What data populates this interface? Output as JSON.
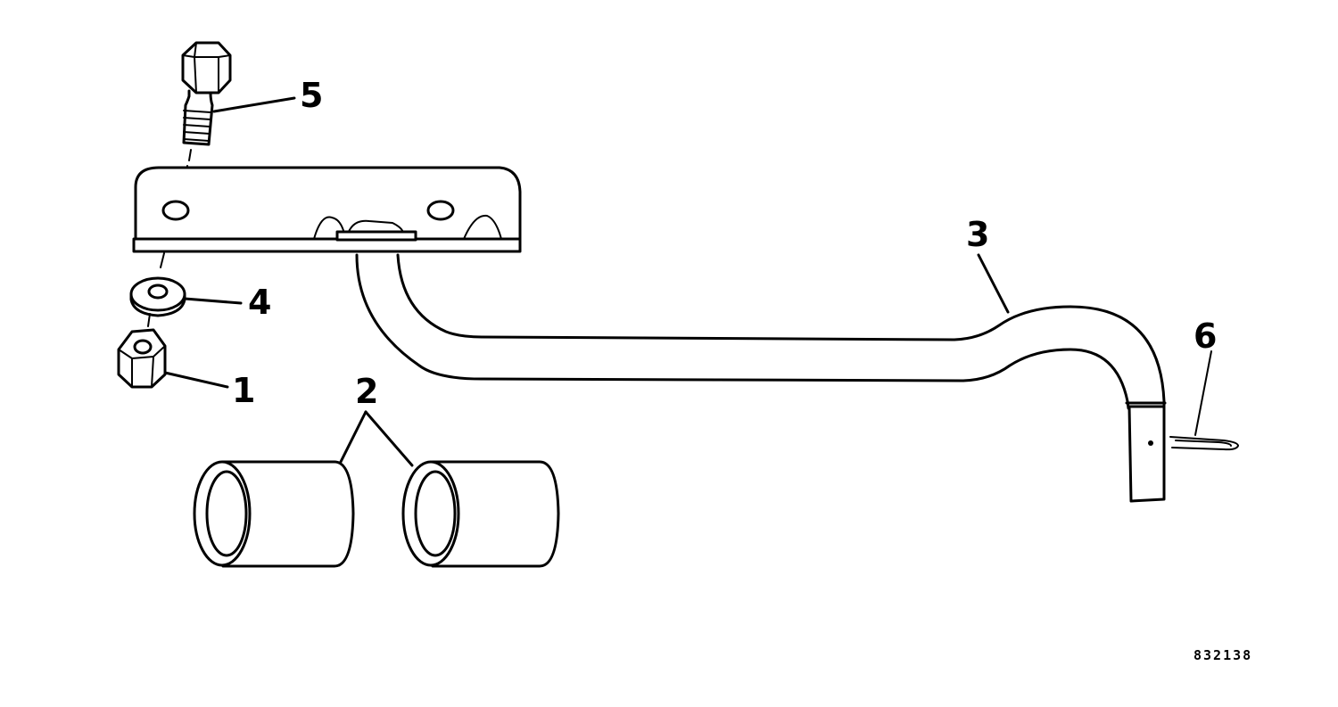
{
  "callouts": {
    "nut": "1",
    "bushings": "2",
    "bracket_rod": "3",
    "washer": "4",
    "bolt": "5",
    "cotter_pin": "6"
  },
  "figure_ref": "832138",
  "colors": {
    "ink": "#000000",
    "paper": "#ffffff"
  }
}
